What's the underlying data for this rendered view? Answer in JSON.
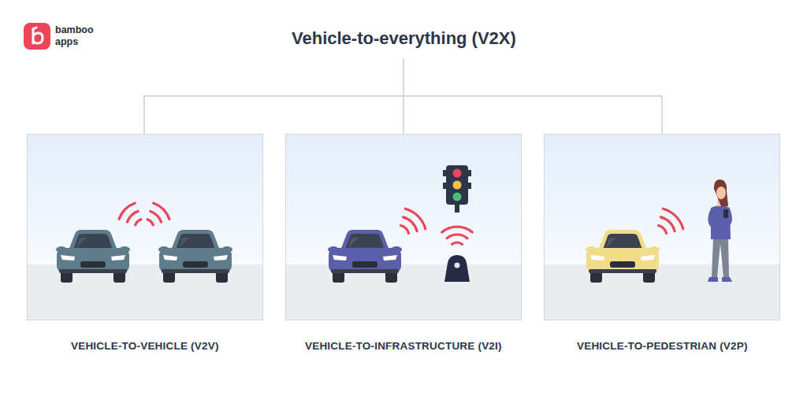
{
  "diagram": {
    "title": "Vehicle-to-everything (V2X)",
    "nodes": [
      {
        "text": [
          "VEHICLE-TO-VEHICLE (V2V)"
        ]
      },
      {
        "text": [
          "VEHICLE-TO-INFRASTRUCTURE (V2I)"
        ]
      },
      {
        "text": [
          "VEHICLE-TO-PEDESTRIAN (V2P)"
        ]
      }
    ],
    "labels": [
      "bamboo",
      "apps"
    ]
  }
}
